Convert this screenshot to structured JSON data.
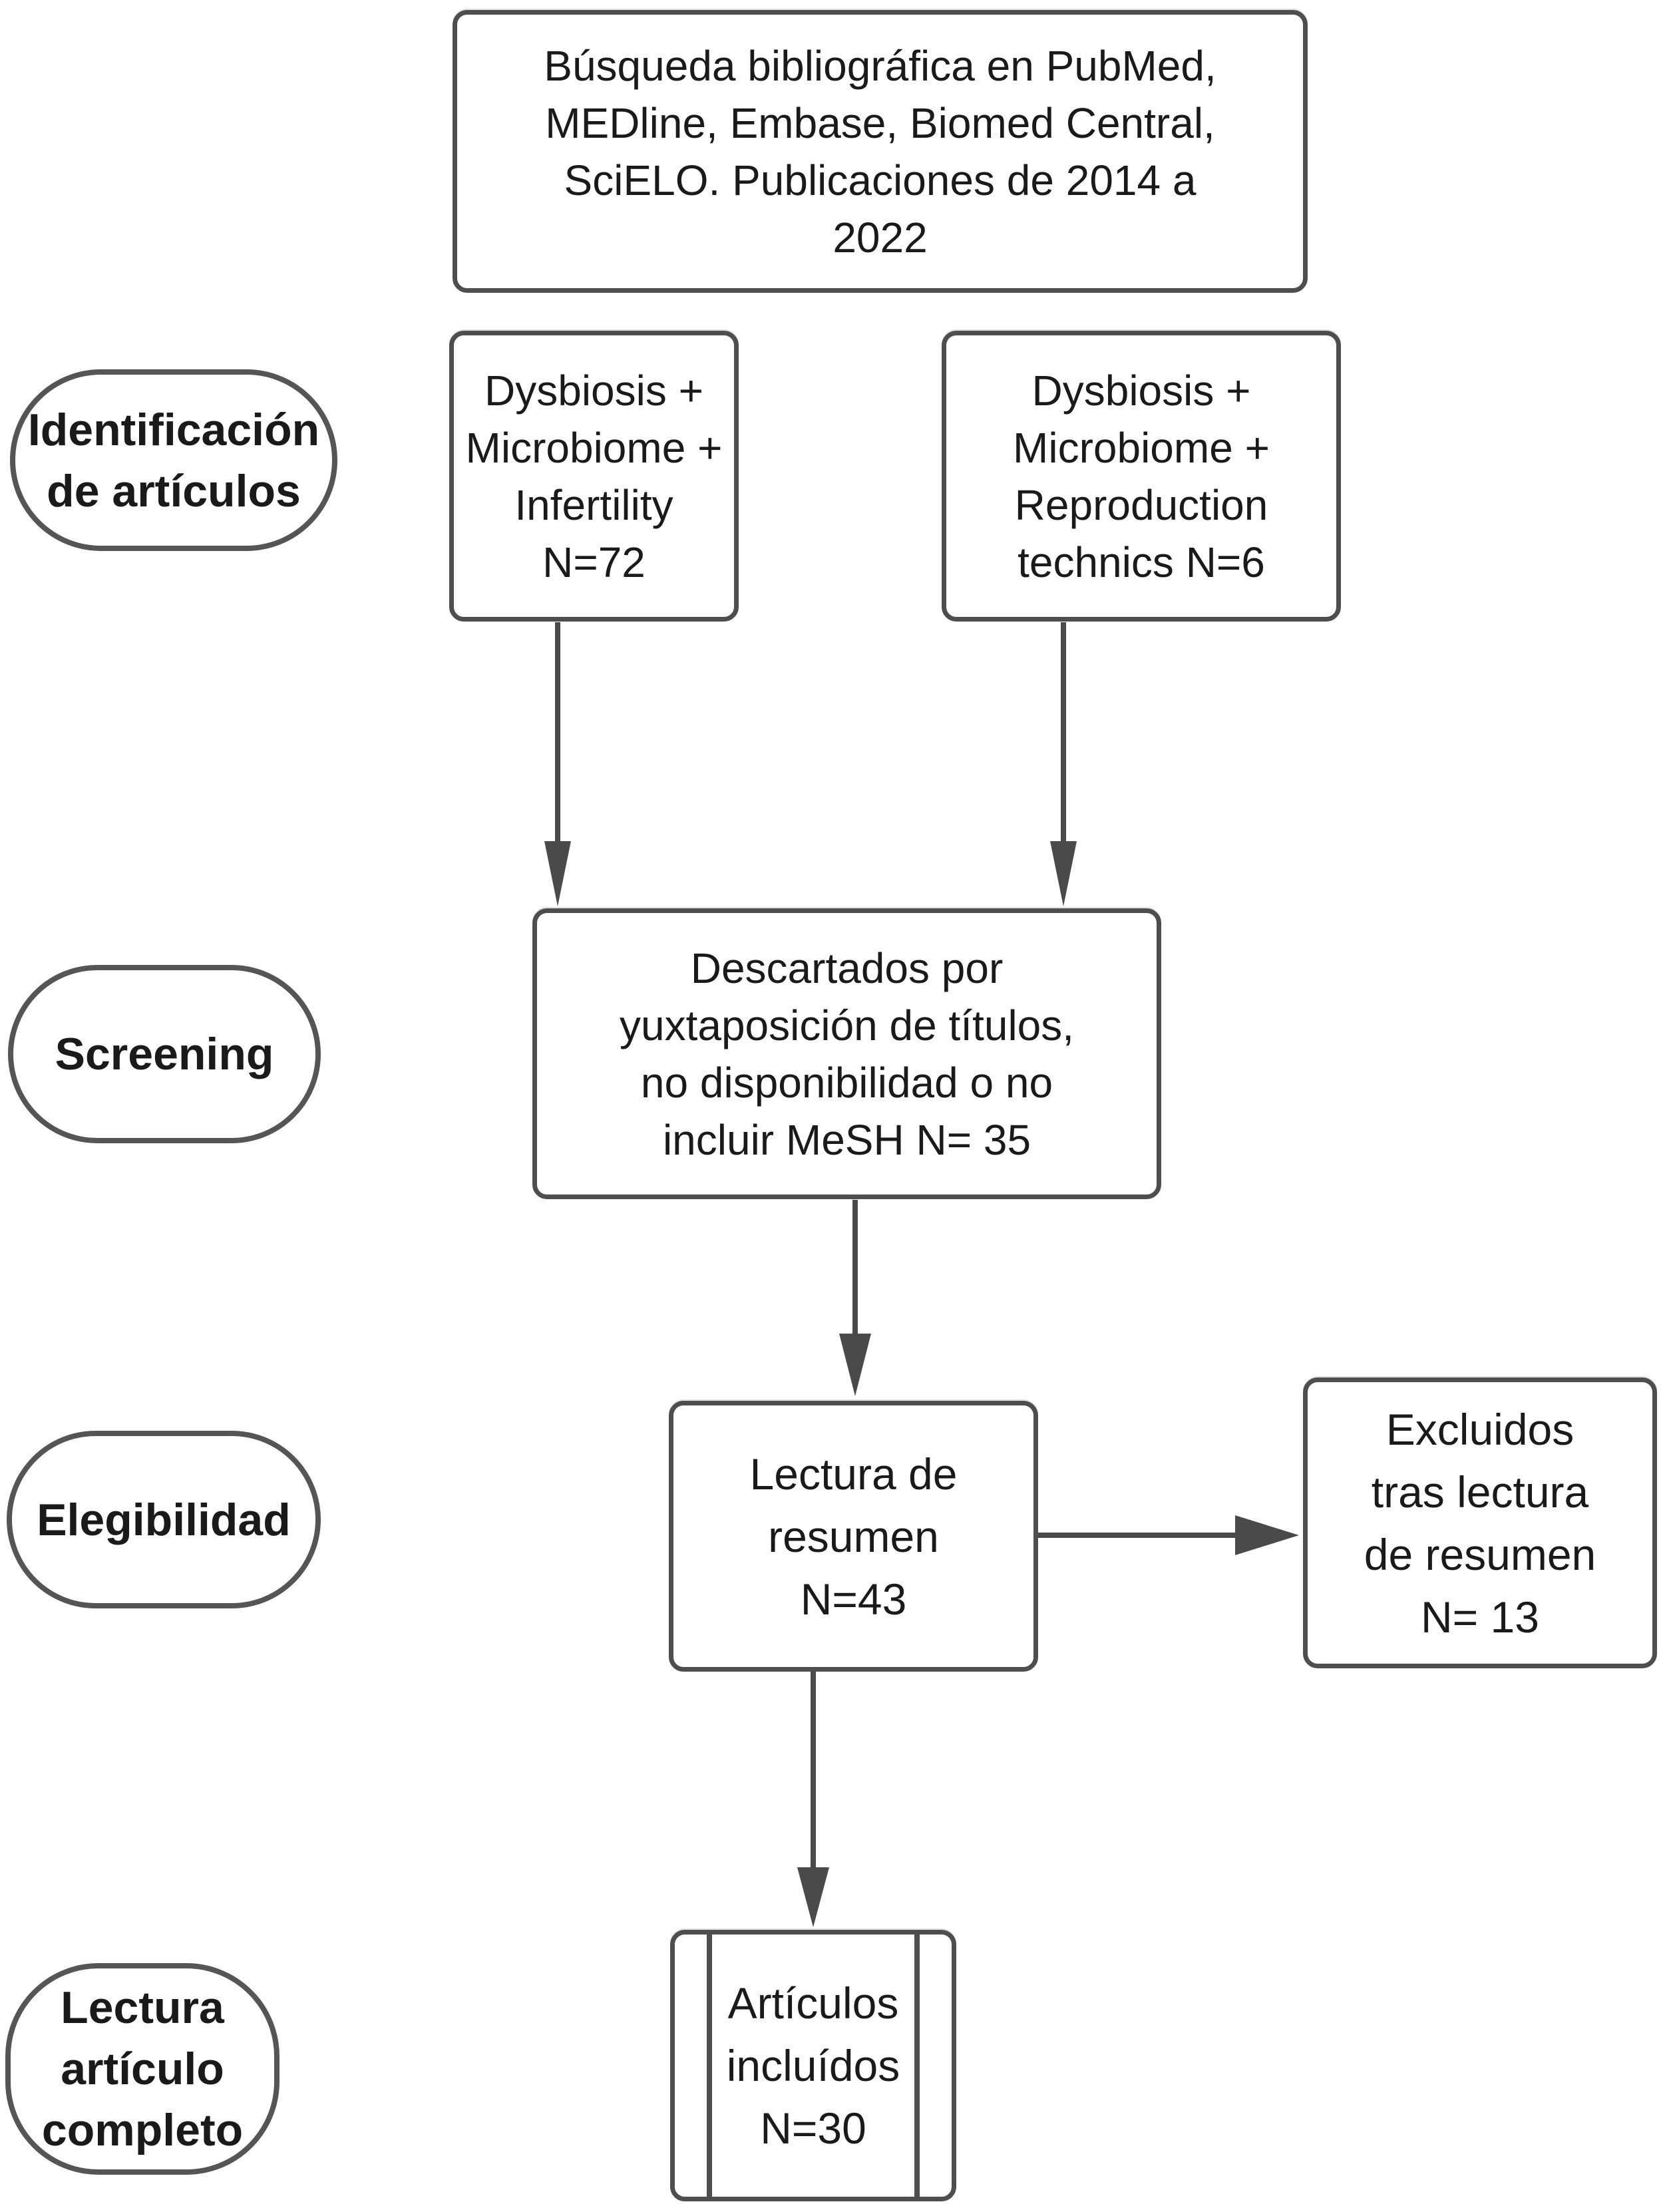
{
  "title": "PRISMA-style literature selection flowchart",
  "colors": {
    "background": "#ffffff",
    "box_border": "#4e4e4e",
    "pill_border": "#555555",
    "arrow": "#4a4a4a",
    "text": "#1a1a1a"
  },
  "flowchart": {
    "stages": [
      {
        "id": "identificacion",
        "label_lines": [
          "Identificación",
          "de artículos"
        ]
      },
      {
        "id": "screening",
        "label_lines": [
          "Screening"
        ]
      },
      {
        "id": "elegibilidad",
        "label_lines": [
          "Elegibilidad"
        ]
      },
      {
        "id": "lectura_completa",
        "label_lines": [
          "Lectura",
          "artículo",
          "completo"
        ]
      }
    ],
    "nodes": {
      "search": {
        "lines": [
          "Búsqueda bibliográfica en PubMed,",
          "MEDline, Embase, Biomed Central,",
          "SciELO. Publicaciones de 2014 a",
          "2022"
        ]
      },
      "query_infertility": {
        "lines": [
          "Dysbiosis +",
          "Microbiome +",
          "Infertility",
          "N=72"
        ],
        "n": 72
      },
      "query_reproduction": {
        "lines": [
          "Dysbiosis +",
          "Microbiome +",
          "Reproduction",
          "technics N=6"
        ],
        "n": 6
      },
      "discarded": {
        "lines": [
          "Descartados por",
          "yuxtaposición de títulos,",
          "no disponibilidad o no",
          "incluir MeSH N= 35"
        ],
        "n": 35
      },
      "abstract_reading": {
        "lines": [
          "Lectura de",
          "resumen",
          "N=43"
        ],
        "n": 43
      },
      "excluded_after_abstract": {
        "lines": [
          "Excluidos",
          "tras lectura",
          "de resumen",
          "N= 13"
        ],
        "n": 13
      },
      "included_articles": {
        "lines": [
          "Artículos",
          "incluídos",
          "N=30"
        ],
        "n": 30
      }
    },
    "edges": [
      {
        "from": "query_infertility",
        "to": "discarded"
      },
      {
        "from": "query_reproduction",
        "to": "discarded"
      },
      {
        "from": "discarded",
        "to": "abstract_reading"
      },
      {
        "from": "abstract_reading",
        "to": "excluded_after_abstract"
      },
      {
        "from": "abstract_reading",
        "to": "included_articles"
      }
    ]
  }
}
